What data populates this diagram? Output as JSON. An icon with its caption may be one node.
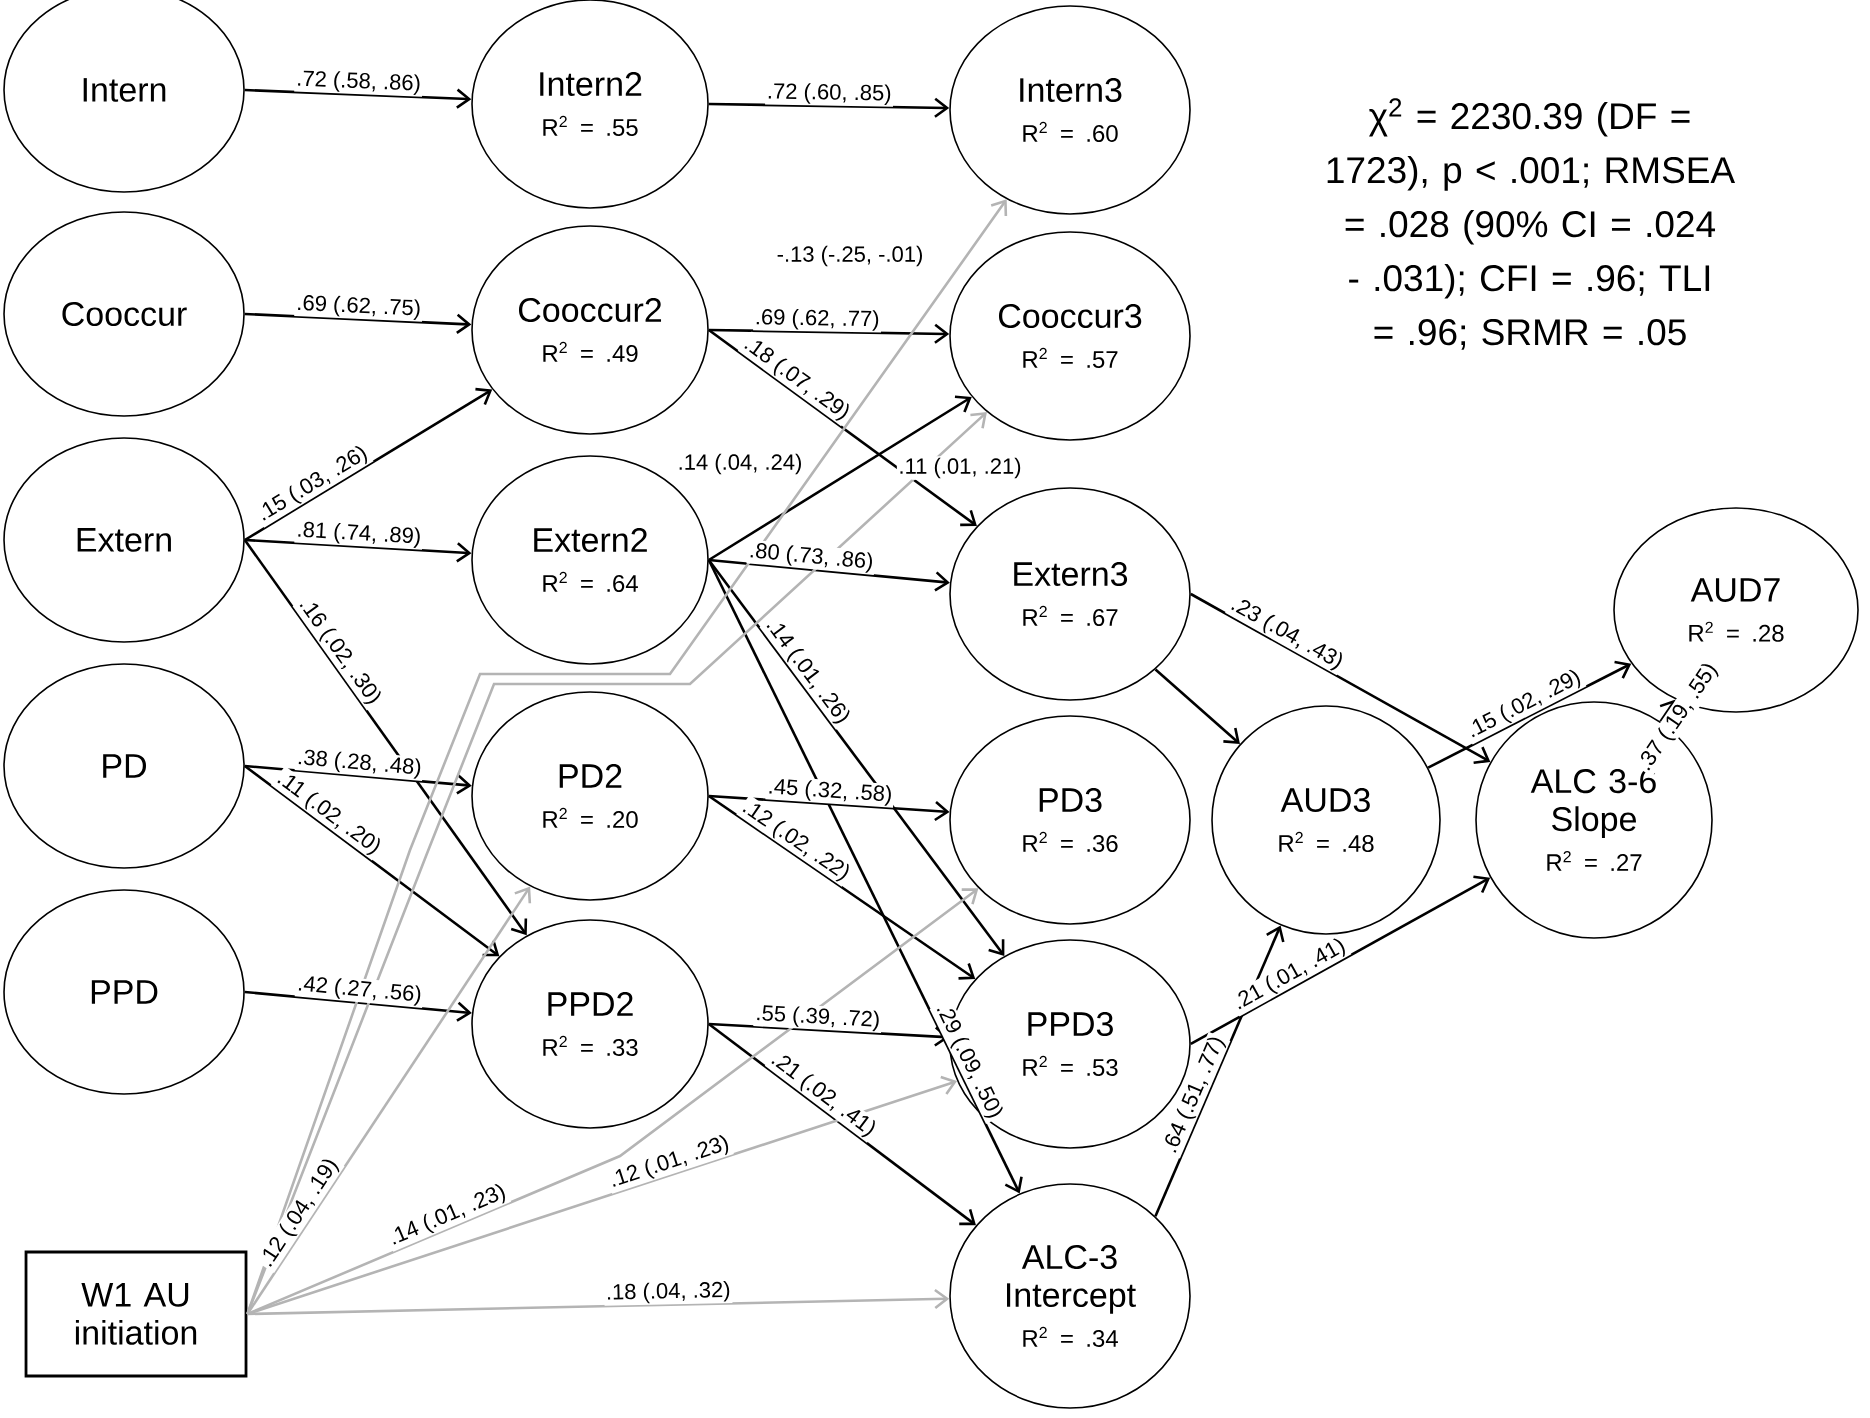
{
  "diagram": {
    "nodes": [
      {
        "text": [
          "Intern"
        ]
      },
      {
        "text": [
          "Cooccur"
        ]
      },
      {
        "text": [
          "Extern"
        ]
      },
      {
        "text": [
          "PD"
        ]
      },
      {
        "text": [
          "PPD"
        ]
      },
      {
        "text": [
          "Intern2",
          "R$^{2}$ = .55"
        ]
      },
      {
        "text": [
          "Cooccur2",
          "R$^{2}$ = .49"
        ]
      },
      {
        "text": [
          "Extern2",
          "R$^{2}$ = .64"
        ]
      },
      {
        "text": [
          "PD2",
          "R$^{2}$ = .20"
        ]
      },
      {
        "text": [
          "PPD2",
          "R$^{2}$ = .33"
        ]
      },
      {
        "text": [
          "Intern3",
          "R$^{2}$ = .60"
        ]
      },
      {
        "text": [
          "Cooccur3",
          "R$^{2}$ = .57"
        ]
      },
      {
        "text": [
          "Extern3",
          "R$^{2}$ = .67"
        ]
      },
      {
        "text": [
          "PD3",
          "R$^{2}$ = .36"
        ]
      },
      {
        "text": [
          "PPD3",
          "R$^{2}$ = .53"
        ]
      },
      {
        "text": [
          "ALC-3 Intercept",
          "R$^{2}$ = .34"
        ]
      },
      {
        "text": [
          "AUD3",
          "R$^{2}$ = .48"
        ]
      },
      {
        "text": [
          "ALC 3-6 Slope",
          "R$^{2}$ = .27"
        ]
      },
      {
        "text": [
          "AUD7",
          "R$^{2}$ = .28"
        ]
      },
      {
        "text": [
          "W1 AU initiation"
        ]
      }
    ],
    "edges": [
      {
        "from": 0,
        "to": 5,
        "arrow": "to",
        "label": ".72 (.58, .86)"
      },
      {
        "from": 5,
        "to": 10,
        "arrow": "to",
        "label": ".72 (.60, .85)"
      },
      {
        "from": 1,
        "to": 6,
        "arrow": "to",
        "label": ".69 (.62, .75)"
      },
      {
        "from": 2,
        "to": 6,
        "arrow": "to",
        "label": ".15 (.03, .26)"
      },
      {
        "from": 2,
        "to": 7,
        "arrow": "to",
        "label": ".81 (.74, .89)"
      },
      {
        "from": 2,
        "to": 9,
        "arrow": "to",
        "label": ".16 (.02, .30)"
      },
      {
        "from": 3,
        "to": 8,
        "arrow": "to",
        "label": ".38 (.28, .48)"
      },
      {
        "from": 3,
        "to": 9,
        "arrow": "to",
        "label": ".11 (.02, .20)"
      },
      {
        "from": 4,
        "to": 9,
        "arrow": "to",
        "label": ".42 (.27, .56)"
      },
      {
        "from": 6,
        "to": 11,
        "arrow": "to",
        "label": ".69 (.62, .77)"
      },
      {
        "from": 6,
        "to": 12,
        "arrow": "to",
        "label": ".18 (.07, .29)"
      },
      {
        "from": 7,
        "to": 11,
        "arrow": "to",
        "label": ".14 (.04, .24)"
      },
      {
        "from": 7,
        "to": 12,
        "arrow": "to",
        "label": ".80 (.73, .86)"
      },
      {
        "from": 7,
        "to": 14,
        "arrow": "to",
        "label": ".14 (.01, .26)"
      },
      {
        "from": 7,
        "to": 15,
        "arrow": "to",
        "label": ".29 (.09, .50)"
      },
      {
        "from": 8,
        "to": 13,
        "arrow": "to",
        "label": ".45 (.32, .58)"
      },
      {
        "from": 8,
        "to": 14,
        "arrow": "to",
        "label": ".12 (.02, .22)"
      },
      {
        "from": 9,
        "to": 14,
        "arrow": "to",
        "label": ".55 (.39, .72)"
      },
      {
        "from": 9,
        "to": 15,
        "arrow": "to",
        "label": ".21 (.02, .41)"
      },
      {
        "from": 12,
        "to": 16,
        "arrow": "to"
      },
      {
        "from": 12,
        "to": 17,
        "arrow": "to",
        "label": ".23 (.04, .43)"
      },
      {
        "from": 16,
        "to": 18,
        "arrow": "to",
        "label": ".15 (.02, .29)"
      },
      {
        "from": 14,
        "to": 17,
        "arrow": "to",
        "label": ".21 (.01, .41)"
      },
      {
        "from": 15,
        "to": 16,
        "arrow": "to",
        "label": ".64 (.51, .77)"
      },
      {
        "from": 17,
        "to": 18,
        "arrow": "to",
        "label": ".37 (.19, .55)"
      },
      {
        "from": 19,
        "to": 10,
        "arrow": "to",
        "label": "-.13 (-.25, -.01)",
        "color": "#b4b4b4"
      },
      {
        "from": 19,
        "to": 11,
        "arrow": "to",
        "label": ".11 (.01, .21)",
        "color": "#b4b4b4"
      },
      {
        "from": 19,
        "to": 8,
        "arrow": "to",
        "label": ".12 (.04, .19)",
        "color": "#b4b4b4"
      },
      {
        "from": 19,
        "to": 13,
        "arrow": "to",
        "label": ".14 (.01, .23)",
        "color": "#b4b4b4"
      },
      {
        "from": 19,
        "to": 14,
        "arrow": "to",
        "label": ".12 (.01, .23)",
        "color": "#b4b4b4"
      },
      {
        "from": 19,
        "to": 15,
        "arrow": "to",
        "label": ".18 (.04, .32)",
        "color": "#b4b4b4"
      }
    ],
    "labels": [
      "χ$^{2}$ = 2230.39 (DF = 1723), p < .001; RMSEA = .028 (90% CI = .024 - .031); CFI = .96; TLI = .96; SRMR = .05"
    ]
  }
}
